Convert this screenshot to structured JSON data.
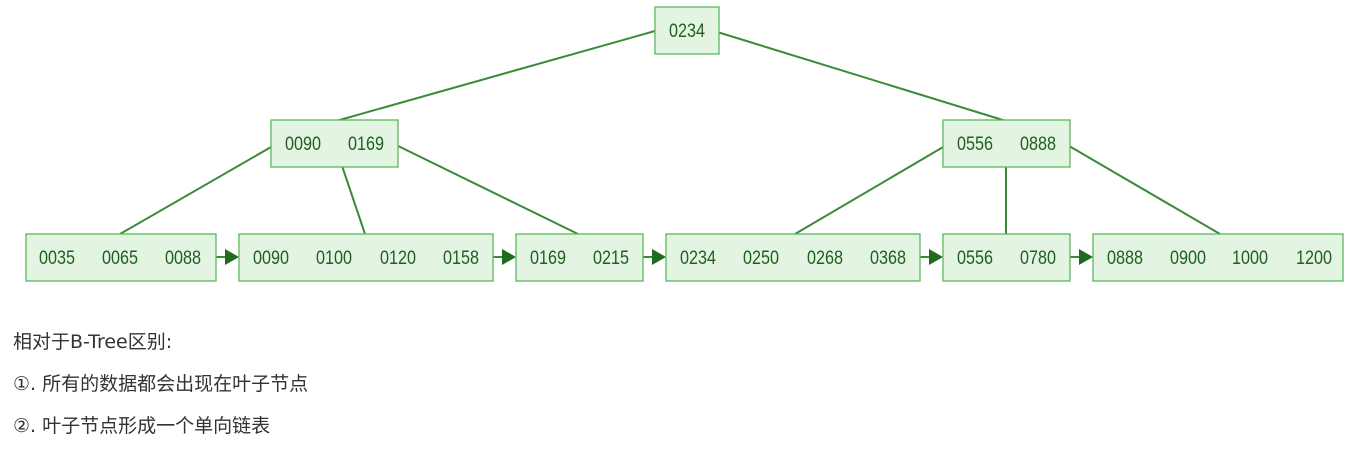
{
  "tree": {
    "root": {
      "keys": [
        "0234"
      ]
    },
    "internal": [
      {
        "keys": [
          "0090",
          "0169"
        ]
      },
      {
        "keys": [
          "0556",
          "0888"
        ]
      }
    ],
    "leaves": [
      {
        "keys": [
          "0035",
          "0065",
          "0088"
        ]
      },
      {
        "keys": [
          "0090",
          "0100",
          "0120",
          "0158"
        ]
      },
      {
        "keys": [
          "0169",
          "0215"
        ]
      },
      {
        "keys": [
          "0234",
          "0250",
          "0268",
          "0368"
        ]
      },
      {
        "keys": [
          "0556",
          "0780"
        ]
      },
      {
        "keys": [
          "0888",
          "0900",
          "1000",
          "1200"
        ]
      }
    ]
  },
  "notes": {
    "heading": "相对于B-Tree区别:",
    "item1": "①. 所有的数据都会出现在叶子节点",
    "item2": "②. 叶子节点形成一个单向链表"
  },
  "colors": {
    "node_fill": "#e3f4e3",
    "node_border": "#5cb85c",
    "edge": "#3a8a3a",
    "text": "#1f5f1f"
  }
}
